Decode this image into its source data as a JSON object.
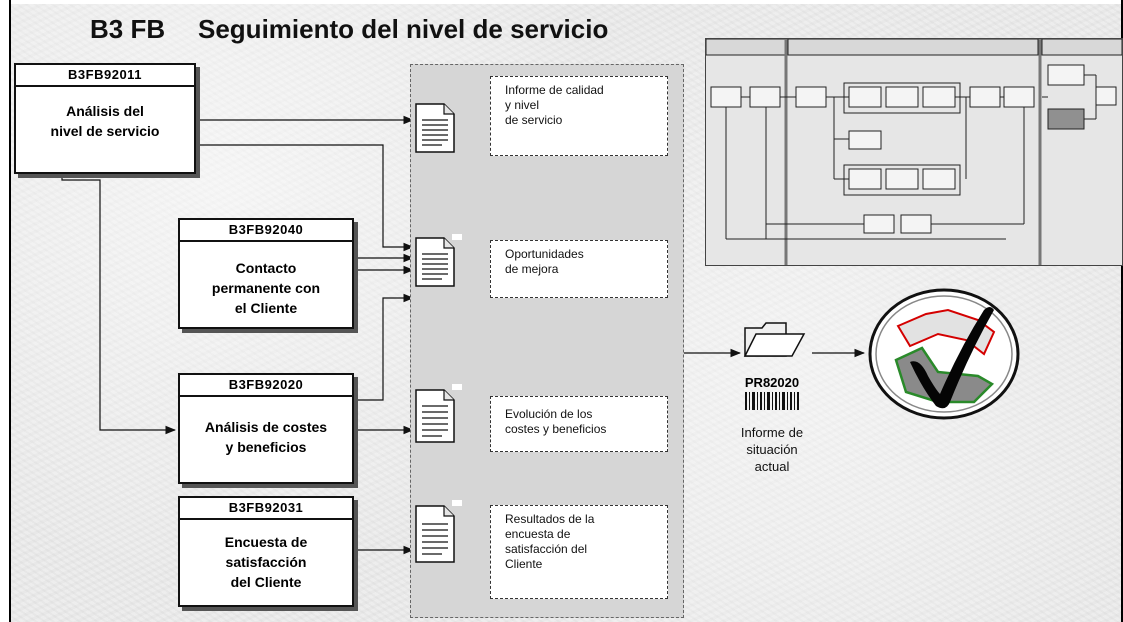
{
  "title": {
    "code": "B3 FB",
    "text": "Seguimiento del nivel de servicio"
  },
  "processes": [
    {
      "code": "B3FB92011",
      "label": "Análisis del\nnivel de servicio"
    },
    {
      "code": "B3FB92040",
      "label": "Contacto\npermanente con\nel Cliente"
    },
    {
      "code": "B3FB92020",
      "label": "Análisis de costes\ny beneficios"
    },
    {
      "code": "B3FB92031",
      "label": "Encuesta de\nsatisfacción\ndel Cliente"
    }
  ],
  "outputs": [
    {
      "label": "Informe de calidad\ny nivel\nde servicio",
      "icon": "document-icon"
    },
    {
      "label": "Oportunidades\nde mejora",
      "icon": "document-icon"
    },
    {
      "label": "Evolución de los\ncostes y beneficios",
      "icon": "document-icon"
    },
    {
      "label": "Resultados de la\nencuesta de\nsatisfacción del\nCliente",
      "icon": "document-icon"
    }
  ],
  "final_output": {
    "code": "PR82020",
    "label": "Informe de\nsituación\nactual",
    "icon": "folder-icon"
  },
  "decorations": {
    "thumbnail": "process-map-thumbnail",
    "check": "checkmark-icon"
  },
  "colors": {
    "accent_red": "#d40000",
    "accent_green": "#2a8a2a",
    "panel": "#d6d6d6"
  }
}
